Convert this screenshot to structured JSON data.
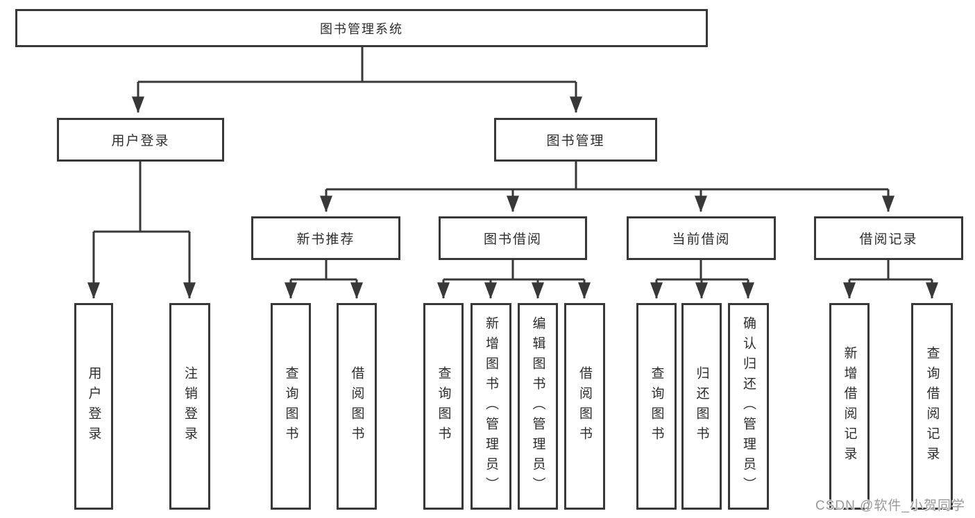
{
  "diagram": {
    "type": "hierarchy-tree",
    "title": "图书管理系统"
  },
  "nodes": {
    "root": {
      "label": "图书管理系统"
    },
    "level2": [
      {
        "label": "用户登录"
      },
      {
        "label": "图书管理"
      }
    ],
    "level3": [
      {
        "label": "新书推荐",
        "parent": "图书管理"
      },
      {
        "label": "图书借阅",
        "parent": "图书管理"
      },
      {
        "label": "当前借阅",
        "parent": "图书管理"
      },
      {
        "label": "借阅记录",
        "parent": "图书管理"
      }
    ],
    "leaves": [
      {
        "label": "用户登录",
        "parent": "用户登录"
      },
      {
        "label": "注销登录",
        "parent": "用户登录"
      },
      {
        "label": "查询图书",
        "parent": "新书推荐"
      },
      {
        "label": "借阅图书",
        "parent": "新书推荐"
      },
      {
        "label": "查询图书",
        "parent": "图书借阅"
      },
      {
        "label": "新增图书（管理员）",
        "parent": "图书借阅"
      },
      {
        "label": "编辑图书（管理员）",
        "parent": "图书借阅"
      },
      {
        "label": "借阅图书",
        "parent": "图书借阅"
      },
      {
        "label": "查询图书",
        "parent": "当前借阅"
      },
      {
        "label": "归还图书",
        "parent": "当前借阅"
      },
      {
        "label": "确认归还（管理员）",
        "parent": "当前借阅"
      },
      {
        "label": "新增借阅记录",
        "parent": "借阅记录"
      },
      {
        "label": "查询借阅记录",
        "parent": "借阅记录"
      }
    ]
  },
  "watermark": {
    "text": "CSDN @软件_小贺同学"
  },
  "colors": {
    "line": "#383838",
    "box_border": "#383838",
    "box_fill": "#ffffff",
    "text": "#2d2d2d",
    "watermark": "#949494"
  }
}
